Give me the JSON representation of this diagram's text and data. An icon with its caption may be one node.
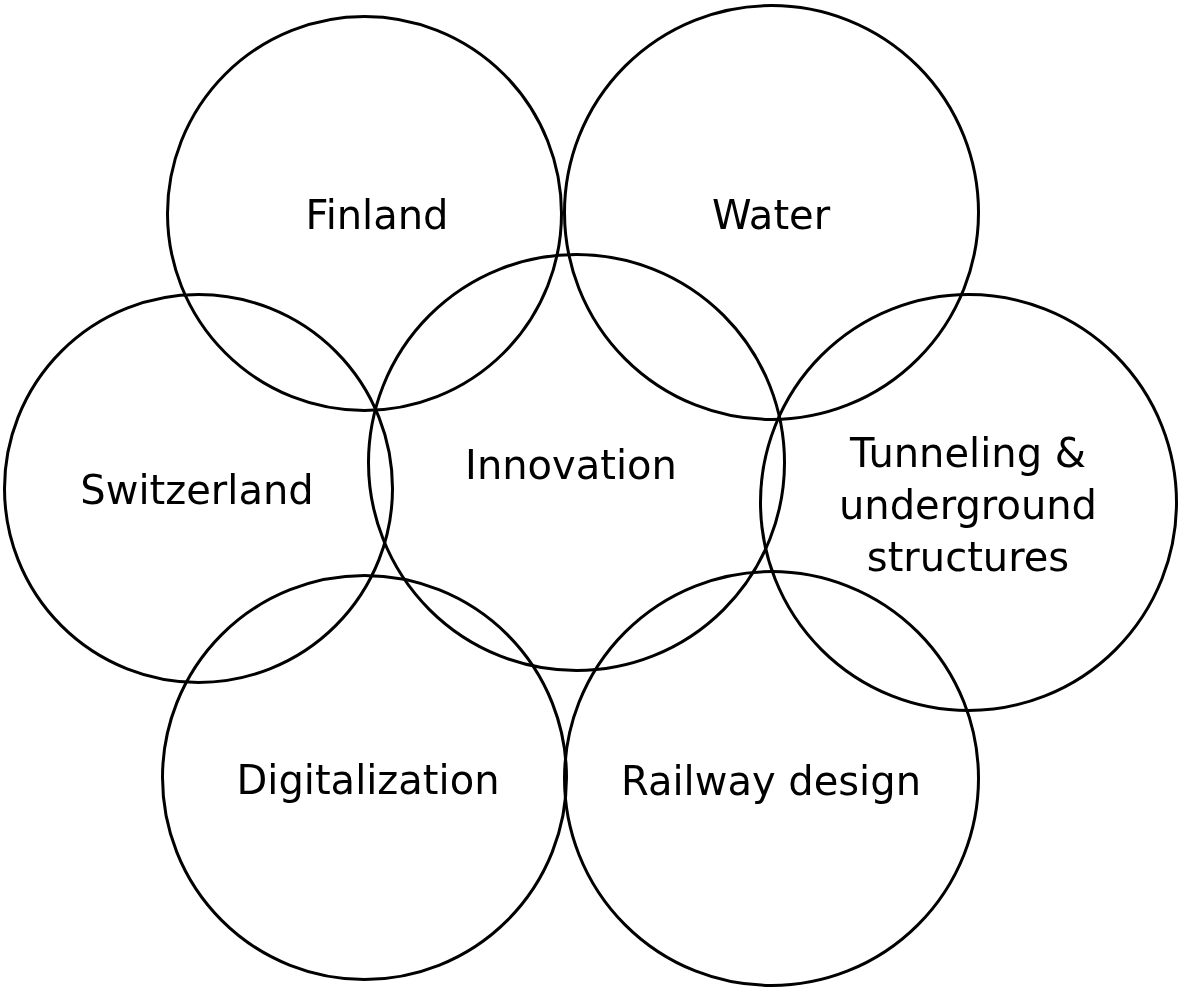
{
  "diagram": {
    "nodes": [
      {
        "text": [
          "Finland"
        ]
      },
      {
        "text": [
          "Water"
        ]
      },
      {
        "text": [
          "Switzerland"
        ]
      },
      {
        "text": [
          "Innovation"
        ]
      },
      {
        "text": [
          "Tunneling & underground structures"
        ]
      },
      {
        "text": [
          "Digitalization"
        ]
      },
      {
        "text": [
          "Railway design"
        ]
      }
    ]
  }
}
